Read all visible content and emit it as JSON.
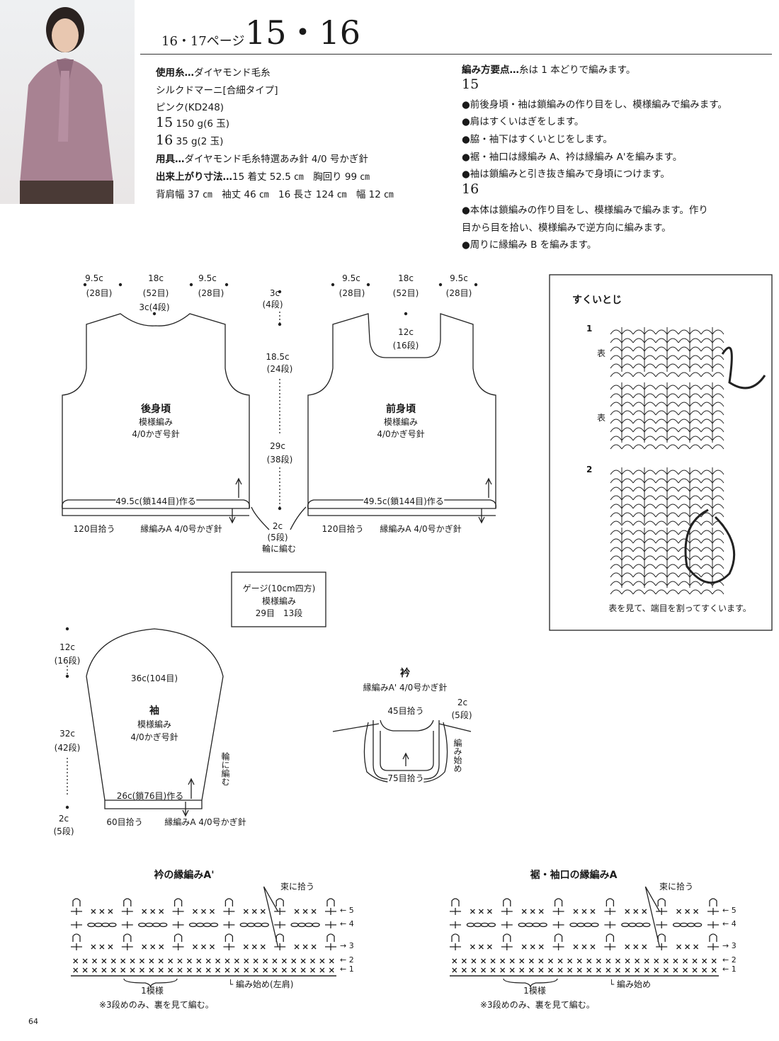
{
  "header": {
    "pages": "16・17ページ",
    "title": "15・16"
  },
  "materials": {
    "yarn_label": "使用糸…",
    "yarn": "ダイヤモンド毛糸",
    "yarn_line2": "シルクドマーニ[合細タイプ]",
    "yarn_color": "ピンク(KD248)",
    "amount15_no": "15",
    "amount15": "150 g(6 玉)",
    "amount16_no": "16",
    "amount16": "35 g(2 玉)",
    "tools_label": "用具…",
    "tools": "ダイヤモンド毛糸特選あみ針 4/0 号かぎ針",
    "size_label": "出来上がり寸法…",
    "size": "15 着丈 52.5 ㎝　胸回り 99 ㎝",
    "size_line2": "背肩幅 37 ㎝　袖丈 46 ㎝　16 長さ 124 ㎝　幅 12 ㎝"
  },
  "instructions": {
    "label": "編み方要点…",
    "intro": "糸は 1 本どりで編みます。",
    "h15": "15",
    "items15": [
      "●前後身頃・袖は鎖編みの作り目をし、模様編みで編みます。",
      "●肩はすくいはぎをします。",
      "●脇・袖下はすくいとじをします。",
      "●裾・袖口は縁編み A、衿は縁編み A'を編みます。",
      "●袖は鎖編みと引き抜き編みで身頃につけます。"
    ],
    "h16": "16",
    "items16": [
      "●本体は鎖編みの作り目をし、模様編みで編みます。作り",
      "目から目を拾い、模様編みで逆方向に編みます。",
      "●周りに縁編み B を編みます。"
    ]
  },
  "back": {
    "w1": "9.5c",
    "s1": "(28目)",
    "w2": "18c",
    "s2": "(52目)",
    "w3": "9.5c",
    "s3": "(28目)",
    "neck": "3c(4段)",
    "title": "後身頃",
    "pattern": "模様編み",
    "hook": "4/0かぎ号針",
    "chain": "49.5c(鎖144目)作る",
    "pick": "120目拾う",
    "edge": "縁編みA 4/0号かぎ針"
  },
  "front": {
    "w1": "9.5c",
    "s1": "(28目)",
    "w2": "18c",
    "s2": "(52目)",
    "w3": "9.5c",
    "s3": "(28目)",
    "neck": "12c",
    "neck_rows": "(16段)",
    "title": "前身頃",
    "pattern": "模様編み",
    "hook": "4/0かぎ号針",
    "chain": "49.5c(鎖144目)作る",
    "pick": "120目拾う",
    "edge": "縁編みA 4/0号かぎ針"
  },
  "center_dims": {
    "d1": "3c",
    "r1": "(4段)",
    "d2": "18.5c",
    "r2": "(24段)",
    "d3": "29c",
    "r3": "(38段)",
    "d4": "2c",
    "r4": "(5段)",
    "round": "輪に編む"
  },
  "gauge": {
    "l1": "ゲージ(10cm四方)",
    "l2": "模様編み",
    "l3": "29目　13段"
  },
  "sleeve": {
    "d1": "12c",
    "r1": "(16段)",
    "d2": "32c",
    "r2": "(42段)",
    "d3": "2c",
    "r3": "(5段)",
    "width": "36c(104目)",
    "title": "袖",
    "pattern": "模様編み",
    "hook": "4/0かぎ号針",
    "chain": "26c(鎖76目)作る",
    "pick": "60目拾う",
    "edge": "縁編みA 4/0号かぎ針",
    "round": "輪に編む"
  },
  "collar": {
    "title": "衿",
    "sub": "縁編みA' 4/0号かぎ針",
    "top": "45目拾う",
    "bottom": "75目拾う",
    "d": "2c",
    "r": "(5段)",
    "start": "編み始め"
  },
  "sukui": {
    "title": "すくいとじ",
    "step1": "1",
    "step2": "2",
    "front_a": "表",
    "front_b": "表",
    "caption": "表を見て、端目を割ってすくいます。"
  },
  "chartA2": {
    "title": "衿の縁編みA'",
    "bundle": "束に拾う",
    "rows": [
      "5",
      "4",
      "3",
      "2",
      "1"
    ],
    "repeat": "1模様",
    "start": "編み始め(左肩)",
    "note": "※3段めのみ、裏を見て編む。"
  },
  "chartA": {
    "title": "裾・袖口の縁編みA",
    "bundle": "束に拾う",
    "rows": [
      "5",
      "4",
      "3",
      "2",
      "1"
    ],
    "repeat": "1模様",
    "start": "編み始め",
    "note": "※3段めのみ、裏を見て編む。"
  },
  "page_number": "64"
}
